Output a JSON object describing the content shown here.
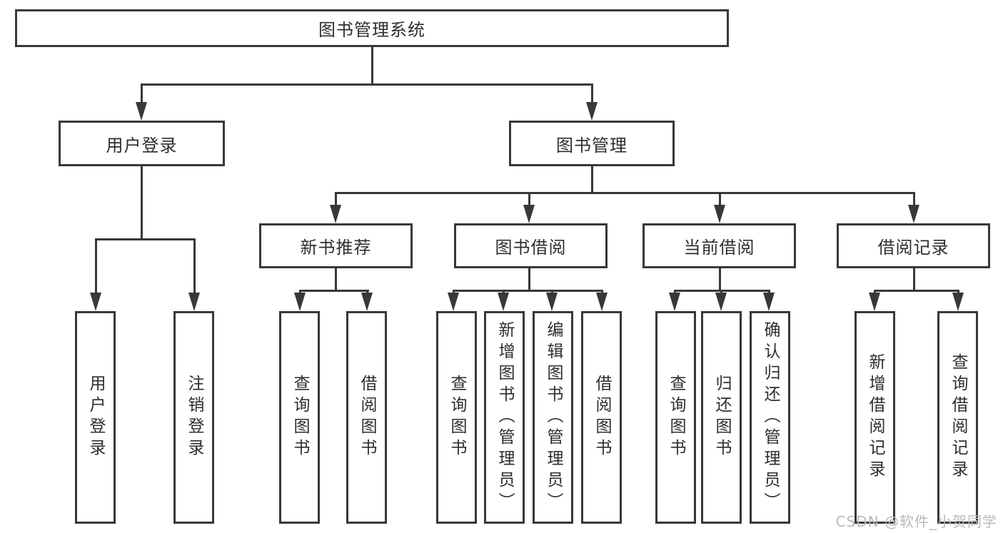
{
  "diagram": {
    "root": {
      "label": "图书管理系统"
    },
    "level2": [
      {
        "label": "用户登录"
      },
      {
        "label": "图书管理"
      }
    ],
    "level3": [
      {
        "label": "新书推荐"
      },
      {
        "label": "图书借阅"
      },
      {
        "label": "当前借阅"
      },
      {
        "label": "借阅记录"
      }
    ],
    "leaves": {
      "user_login": [
        "用户登录",
        "注销登录"
      ],
      "new_book_recommend": [
        "查询图书",
        "借阅图书"
      ],
      "book_borrow": [
        "查询图书",
        "新增图书（管理员）",
        "编辑图书（管理员）",
        "借阅图书"
      ],
      "current_borrow": [
        "查询图书",
        "归还图书",
        "确认归还（管理员）"
      ],
      "borrow_records": [
        "新增借阅记录",
        "查询借阅记录"
      ]
    }
  },
  "watermark": {
    "text": "CSDN @软件_小贺同学"
  },
  "colors": {
    "line": "#383838",
    "text": "#2e2e2e",
    "watermark": "#b9b9b9",
    "background": "#ffffff"
  }
}
